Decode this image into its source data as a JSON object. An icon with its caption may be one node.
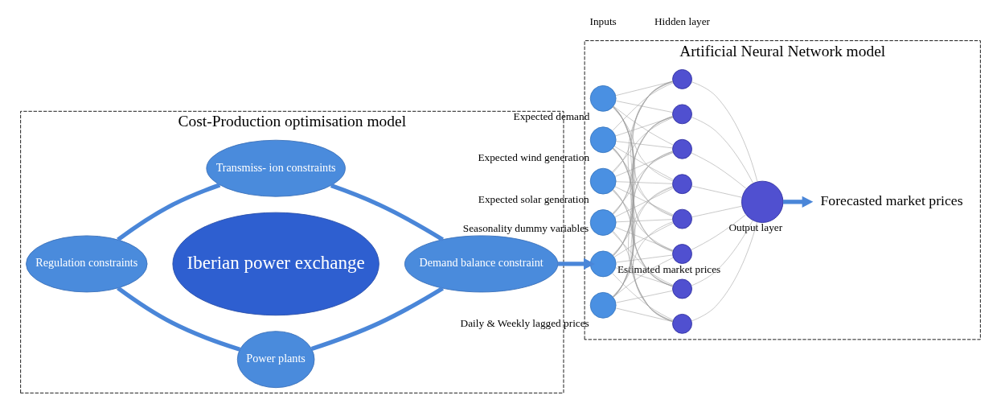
{
  "diagram": {
    "nodes": [
      {
        "text": [
          "Cost-Production optimisation model"
        ]
      },
      {
        "text": [
          "Power plants"
        ],
        "in": 0
      },
      {
        "text": [
          "Regulation constraints"
        ],
        "in": 0
      },
      {
        "text": [
          "Iberian power exchange"
        ],
        "in": 0
      },
      {
        "text": [
          "Demand balance constraint"
        ],
        "in": 0
      },
      {
        "text": [
          "Transmiss- ion constraints"
        ],
        "in": 0
      },
      {
        "text": [
          "Artificial Neural Network model"
        ]
      },
      {
        "text": [],
        "shape": "circle",
        "in": 6,
        "beside": [
          "Estimated market prices"
        ]
      },
      {
        "text": [],
        "shape": "circle",
        "in": 6,
        "beside": [
          "Daily & Weekly lagged prices"
        ]
      },
      {
        "text": [],
        "shape": "circle",
        "in": 6,
        "beside": [
          "Expected demand"
        ]
      },
      {
        "text": [],
        "shape": "circle",
        "in": 6,
        "beside": [
          "Expected wind generation"
        ]
      },
      {
        "text": [],
        "shape": "circle",
        "in": 6,
        "beside": [
          "Expected solar generation"
        ]
      },
      {
        "text": [],
        "shape": "circle",
        "in": 6,
        "beside": [
          "Seasonality dummy variables"
        ]
      },
      {
        "text": [],
        "shape": "circle",
        "in": 6
      },
      {
        "text": [],
        "shape": "circle",
        "in": 6
      },
      {
        "text": [],
        "shape": "circle",
        "in": 6
      },
      {
        "text": [],
        "shape": "circle",
        "in": 6
      },
      {
        "text": [],
        "shape": "circle",
        "in": 6
      },
      {
        "text": [],
        "shape": "circle",
        "in": 6
      },
      {
        "text": [],
        "shape": "circle",
        "in": 6
      },
      {
        "text": [],
        "shape": "circle",
        "in": 6
      },
      {
        "text": [],
        "shape": "circle",
        "in": 6,
        "beside": [
          "Output layer"
        ]
      },
      {
        "text": [
          "Forecasted market prices"
        ],
        "in": 6
      }
    ],
    "edges": [
      {
        "from": 2,
        "to": 1,
        "arrow": "none",
        "style": "thick",
        "color": "#4a86d8"
      },
      {
        "from": 1,
        "to": 4,
        "arrow": "none",
        "style": "thick",
        "color": "#4a86d8"
      },
      {
        "from": 2,
        "to": 5,
        "arrow": "none",
        "style": "thick",
        "color": "#4a86d8"
      },
      {
        "from": 5,
        "to": 4,
        "arrow": "none",
        "style": "thick",
        "color": "#4a86d8"
      },
      {
        "from": 4,
        "to": 7,
        "arrow": "to",
        "style": "thick",
        "color": "#4a86d8"
      },
      {
        "from": 7,
        "to": 13,
        "arrow": "none"
      },
      {
        "from": 7,
        "to": 14,
        "arrow": "none"
      },
      {
        "from": 7,
        "to": 15,
        "arrow": "none"
      },
      {
        "from": 7,
        "to": 16,
        "arrow": "none"
      },
      {
        "from": 7,
        "to": 17,
        "arrow": "none"
      },
      {
        "from": 7,
        "to": 18,
        "arrow": "none"
      },
      {
        "from": 7,
        "to": 19,
        "arrow": "none"
      },
      {
        "from": 7,
        "to": 20,
        "arrow": "none"
      },
      {
        "from": 8,
        "to": 13,
        "arrow": "none"
      },
      {
        "from": 8,
        "to": 14,
        "arrow": "none"
      },
      {
        "from": 8,
        "to": 15,
        "arrow": "none"
      },
      {
        "from": 8,
        "to": 16,
        "arrow": "none"
      },
      {
        "from": 8,
        "to": 17,
        "arrow": "none"
      },
      {
        "from": 8,
        "to": 18,
        "arrow": "none"
      },
      {
        "from": 8,
        "to": 19,
        "arrow": "none"
      },
      {
        "from": 8,
        "to": 20,
        "arrow": "none"
      },
      {
        "from": 9,
        "to": 13,
        "arrow": "none"
      },
      {
        "from": 9,
        "to": 14,
        "arrow": "none"
      },
      {
        "from": 9,
        "to": 15,
        "arrow": "none"
      },
      {
        "from": 9,
        "to": 16,
        "arrow": "none"
      },
      {
        "from": 9,
        "to": 17,
        "arrow": "none"
      },
      {
        "from": 9,
        "to": 18,
        "arrow": "none"
      },
      {
        "from": 9,
        "to": 19,
        "arrow": "none"
      },
      {
        "from": 9,
        "to": 20,
        "arrow": "none"
      },
      {
        "from": 10,
        "to": 13,
        "arrow": "none"
      },
      {
        "from": 10,
        "to": 14,
        "arrow": "none"
      },
      {
        "from": 10,
        "to": 15,
        "arrow": "none"
      },
      {
        "from": 10,
        "to": 16,
        "arrow": "none"
      },
      {
        "from": 10,
        "to": 17,
        "arrow": "none"
      },
      {
        "from": 10,
        "to": 18,
        "arrow": "none"
      },
      {
        "from": 10,
        "to": 19,
        "arrow": "none"
      },
      {
        "from": 10,
        "to": 20,
        "arrow": "none"
      },
      {
        "from": 11,
        "to": 13,
        "arrow": "none"
      },
      {
        "from": 11,
        "to": 14,
        "arrow": "none"
      },
      {
        "from": 11,
        "to": 15,
        "arrow": "none"
      },
      {
        "from": 11,
        "to": 16,
        "arrow": "none"
      },
      {
        "from": 11,
        "to": 17,
        "arrow": "none"
      },
      {
        "from": 11,
        "to": 18,
        "arrow": "none"
      },
      {
        "from": 11,
        "to": 19,
        "arrow": "none"
      },
      {
        "from": 11,
        "to": 20,
        "arrow": "none"
      },
      {
        "from": 12,
        "to": 13,
        "arrow": "none"
      },
      {
        "from": 12,
        "to": 14,
        "arrow": "none"
      },
      {
        "from": 12,
        "to": 15,
        "arrow": "none"
      },
      {
        "from": 12,
        "to": 16,
        "arrow": "none"
      },
      {
        "from": 12,
        "to": 17,
        "arrow": "none"
      },
      {
        "from": 12,
        "to": 18,
        "arrow": "none"
      },
      {
        "from": 12,
        "to": 19,
        "arrow": "none"
      },
      {
        "from": 12,
        "to": 20,
        "arrow": "none"
      },
      {
        "from": 13,
        "to": 21,
        "arrow": "none"
      },
      {
        "from": 14,
        "to": 21,
        "arrow": "none"
      },
      {
        "from": 15,
        "to": 21,
        "arrow": "none"
      },
      {
        "from": 16,
        "to": 21,
        "arrow": "none"
      },
      {
        "from": 17,
        "to": 21,
        "arrow": "none"
      },
      {
        "from": 18,
        "to": 21,
        "arrow": "none"
      },
      {
        "from": 19,
        "to": 21,
        "arrow": "none"
      },
      {
        "from": 20,
        "to": 21,
        "arrow": "none"
      },
      {
        "from": 21,
        "to": 22,
        "arrow": "to",
        "style": "thick",
        "color": "#4a86d8"
      }
    ],
    "labels": [
      "Inputs",
      "Hidden layer"
    ]
  }
}
